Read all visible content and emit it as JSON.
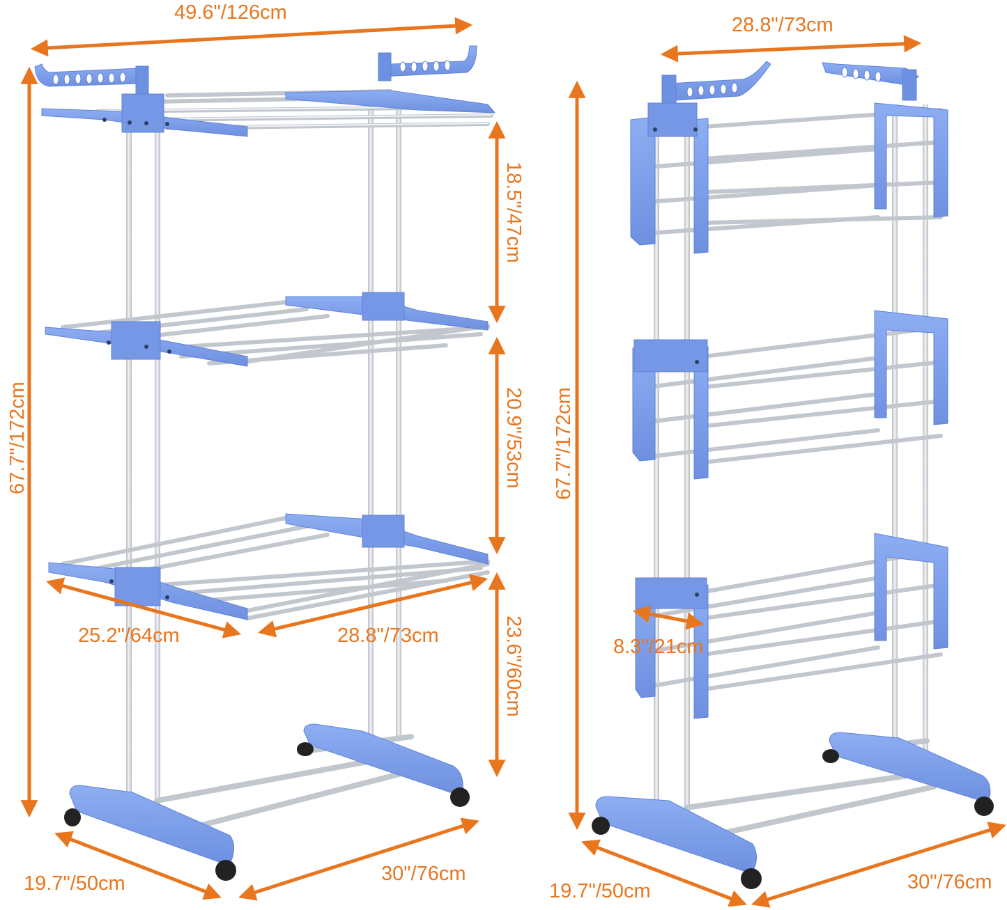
{
  "colors": {
    "frame_blue": "#7C9EEA",
    "frame_blue_dark": "#5F82D6",
    "rail_silver": "#D9DDE3",
    "rail_edge": "#A9AFB8",
    "dimension_orange": "#E8761E",
    "wheel_black": "#222222"
  },
  "left_view": {
    "overall_width": "49.6\"/126cm",
    "top_tier_gap": "18.5\"/47cm",
    "middle_tier_gap": "20.9\"/53cm",
    "bottom_tier_height": "23.6\"/60cm",
    "overall_height": "67.7\"/172cm",
    "shelf_depth": "25.2\"/64cm",
    "shelf_width": "28.8\"/73cm",
    "base_depth": "19.7\"/50cm",
    "base_width": "30\"/76cm"
  },
  "right_view": {
    "folded_width": "28.8\"/73cm",
    "overall_height": "67.7\"/172cm",
    "folded_depth": "8.3\"/21cm",
    "base_depth": "19.7\"/50cm",
    "base_width": "30\"/76cm"
  }
}
